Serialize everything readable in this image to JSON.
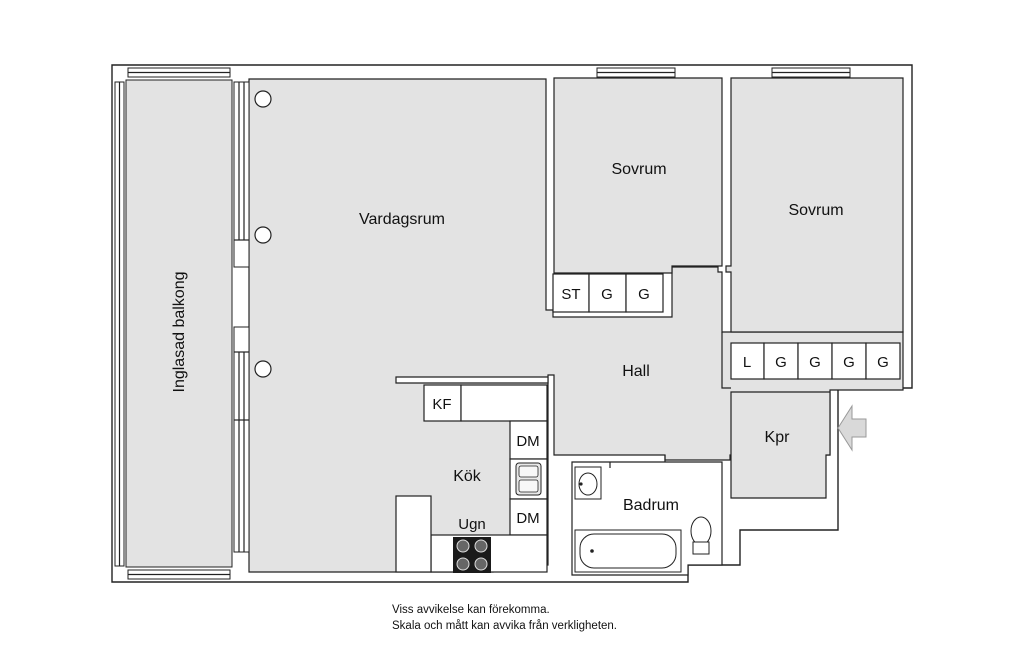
{
  "rooms": {
    "balcony": "Inglasad balkong",
    "living": "Vardagsrum",
    "bedroom1": "Sovrum",
    "bedroom2": "Sovrum",
    "hall": "Hall",
    "kitchen": "Kök",
    "bathroom": "Badrum",
    "closet": "Kpr"
  },
  "fixtures": {
    "st": "ST",
    "g1": "G",
    "g2": "G",
    "l": "L",
    "g3": "G",
    "g4": "G",
    "g5": "G",
    "g6": "G",
    "kf": "KF",
    "dm1": "DM",
    "dm2": "DM",
    "ugn": "Ugn"
  },
  "disclaimer": {
    "line1": "Viss avvikelse kan förekomma.",
    "line2": "Skala och mått kan avvika från verkligheten."
  },
  "colors": {
    "floor": "#e3e3e3",
    "wall": "#ffffff",
    "outline": "#222222",
    "entrance_arrow": "#d9d9d9"
  }
}
